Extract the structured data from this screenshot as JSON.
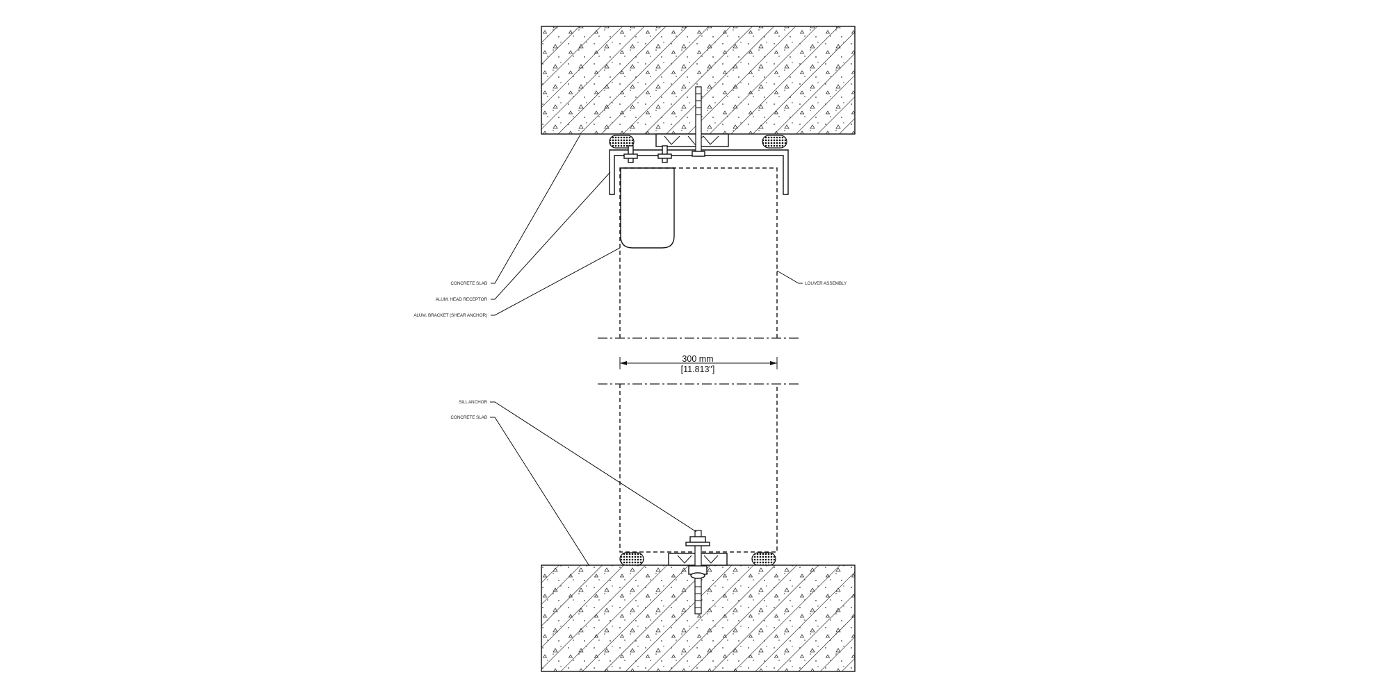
{
  "drawing": {
    "labels": {
      "concrete_slab_top": "CONCRETE SLAB",
      "head_receptor": "ALUM. HEAD RECEPTOR",
      "bracket": "ALUM. BRACKET (SHEAR ANCHOR)",
      "louver_assembly": "LOUVER ASSEMBLY",
      "sill_anchor": "SILL ANCHOR",
      "concrete_slab_bottom": "CONCRETE SLAB"
    },
    "dimension": {
      "metric": "300 mm",
      "imperial": "[11.813\"]"
    }
  },
  "colors": {
    "line": "#111111",
    "background": "#ffffff"
  }
}
